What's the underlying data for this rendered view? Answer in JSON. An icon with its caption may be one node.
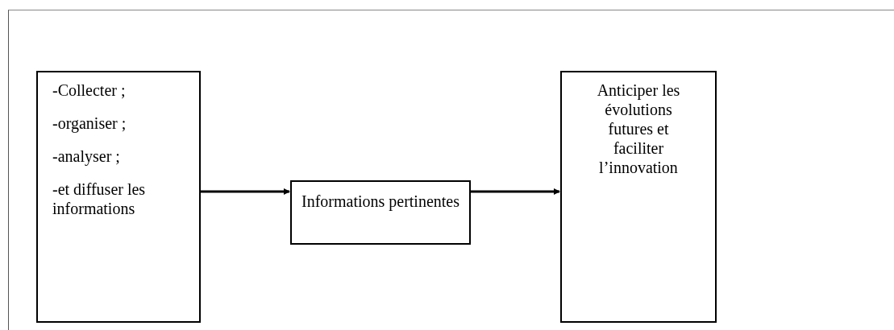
{
  "diagram": {
    "nodes": [
      {
        "text": [
          "-Collecter ;",
          "-organiser ;",
          "-analyser ;",
          "-et diffuser les informations"
        ]
      },
      {
        "text": [
          "Informations pertinentes"
        ]
      },
      {
        "text": [
          "Anticiper les évolutions futures et faciliter l’innovation"
        ]
      }
    ],
    "edges": [
      {
        "from": 0,
        "to": 1,
        "arrow": "to"
      },
      {
        "from": 1,
        "to": 2,
        "arrow": "to"
      }
    ]
  }
}
